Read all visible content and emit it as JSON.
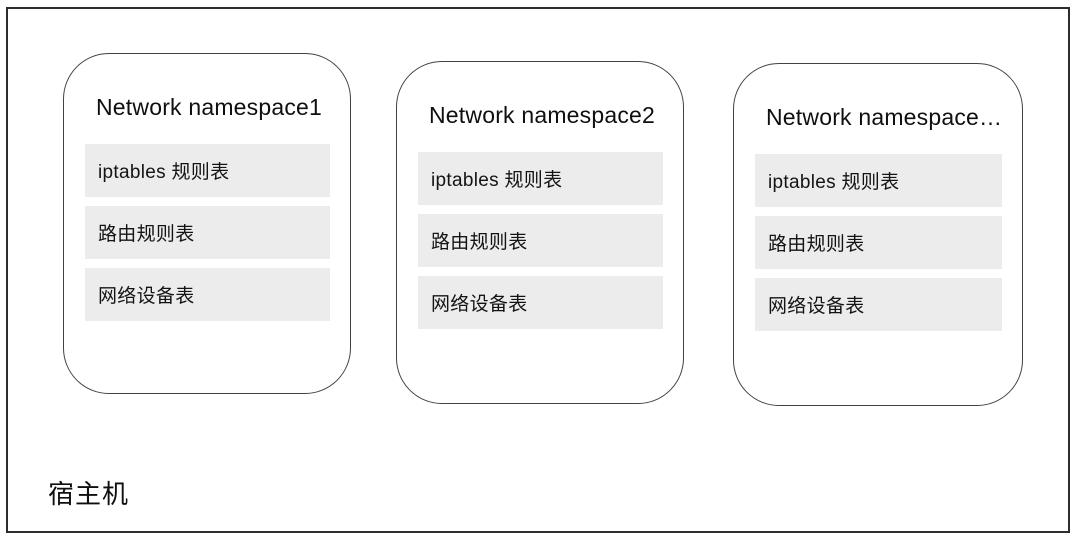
{
  "diagram": {
    "host_label": "宿主机",
    "namespaces": [
      {
        "title": "Network namespace1",
        "rows": [
          "iptables 规则表",
          "路由规则表",
          "网络设备表"
        ]
      },
      {
        "title": "Network namespace2",
        "rows": [
          "iptables 规则表",
          "路由规则表",
          "网络设备表"
        ]
      },
      {
        "title": "Network namespace…",
        "rows": [
          "iptables 规则表",
          "路由规则表",
          "网络设备表"
        ]
      }
    ],
    "colors": {
      "row_background": "#ececec",
      "card_border": "#424242",
      "outer_border": "#2d2d2d"
    }
  }
}
